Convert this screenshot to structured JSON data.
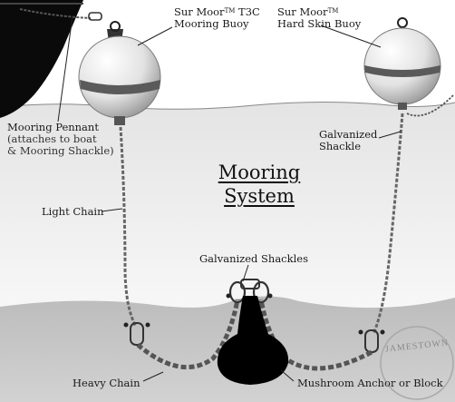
{
  "diagram": {
    "title_line1": "Mooring",
    "title_line2": "System",
    "labels": {
      "t3c_buoy_line1": "Sur Moor",
      "t3c_buoy_tm": "TM",
      "t3c_buoy_model": " T3C",
      "t3c_buoy_line2": "Mooring Buoy",
      "hard_skin_line1": "Sur Moor",
      "hard_skin_tm": "TM",
      "hard_skin_line2": "Hard Skin Buoy",
      "pennant_line1": "Mooring Pennant",
      "pennant_line2": "(attaches to boat",
      "pennant_line3": "& Mooring Shackle)",
      "galv_shackle_line1": "Galvanized",
      "galv_shackle_line2": "Shackle",
      "light_chain": "Light Chain",
      "galv_shackles": "Galvanized Shackles",
      "heavy_chain": "Heavy Chain",
      "anchor": "Mushroom Anchor or Block"
    },
    "watermark": "JAMESTOWN",
    "colors": {
      "buoy_band": "#5a5a5a",
      "water": "#ededed",
      "seabed": "#c4c4c4",
      "boat_hull": "#0a0a0a",
      "anchor": "#000000"
    }
  }
}
